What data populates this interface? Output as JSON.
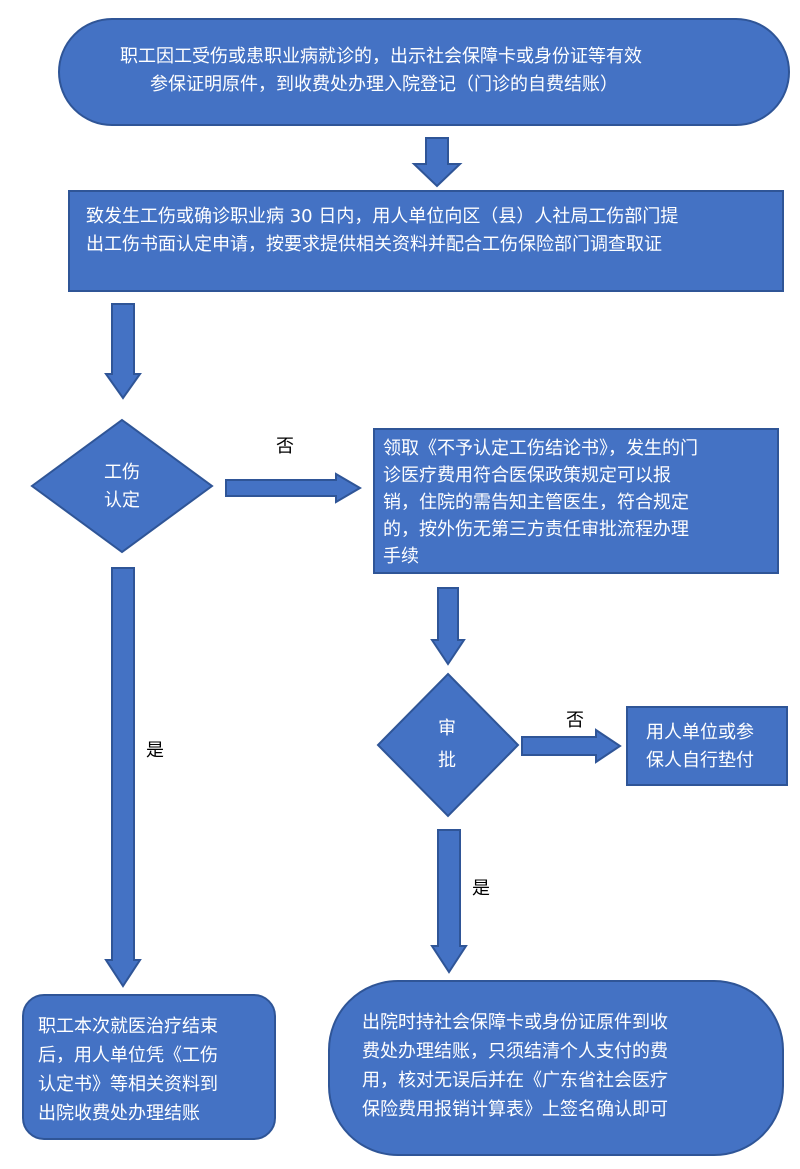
{
  "flowchart": {
    "start": {
      "line1": "职工因工受伤或患职业病就诊的，出示社会保障卡或身份证等有效",
      "line2": "参保证明原件，到收费处办理入院登记（门诊的自费结账）"
    },
    "apply": {
      "line1": "致发生工伤或确诊职业病 30 日内，用人单位向区（县）人社局工伤部门提",
      "line2": "出工伤书面认定申请，按要求提供相关资料并配合工伤保险部门调查取证"
    },
    "decision1": {
      "line1": "工伤",
      "line2": "认定"
    },
    "no_label_1": "否",
    "yes_label_1": "是",
    "not_recognized": {
      "line1": "领取《不予认定工伤结论书》，发生的门",
      "line2": "诊医疗费用符合医保政策规定可以报",
      "line3": "销，住院的需告知主管医生，符合规定",
      "line4": "的，按外伤无第三方责任审批流程办理",
      "line5": "手续"
    },
    "decision2": {
      "line1": "审",
      "line2": "批"
    },
    "no_label_2": "否",
    "yes_label_2": "是",
    "self_pay": {
      "line1": "用人单位或参",
      "line2": "保人自行垫付"
    },
    "settle_injury": {
      "line1": "职工本次就医治疗结束",
      "line2": "后，用人单位凭《工伤",
      "line3": "认定书》等相关资料到",
      "line4": "出院收费处办理结账"
    },
    "settle_approved": {
      "line1": "出院时持社会保障卡或身份证原件到收",
      "line2": "费处办理结账，只须结清个人支付的费",
      "line3": "用，核对无误后并在《广东省社会医疗",
      "line4": "保险费用报销计算表》上签名确认即可"
    }
  }
}
